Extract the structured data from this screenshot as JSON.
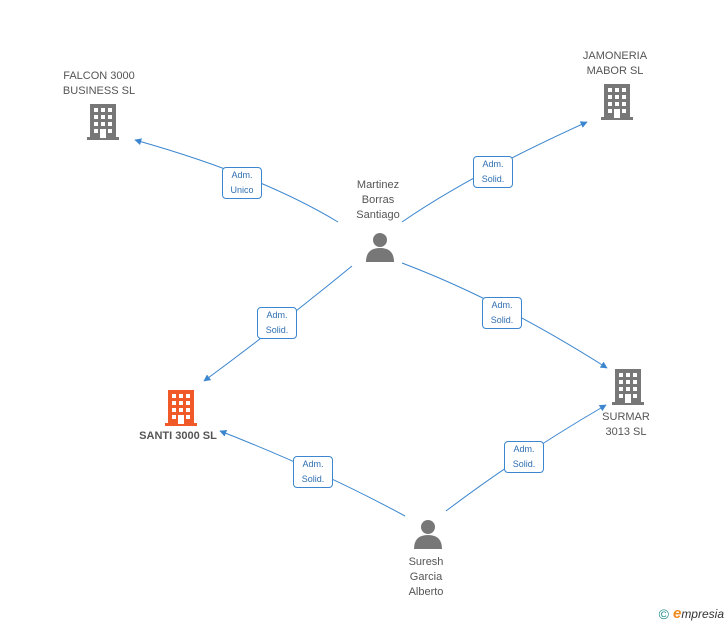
{
  "colors": {
    "edge": "#3b86cf",
    "company": "#777777",
    "company_highlight": "#f05a28",
    "person": "#777777"
  },
  "nodes": {
    "falcon": {
      "label": "FALCON 3000\nBUSINESS SL",
      "icon": "building-icon"
    },
    "jamoneria": {
      "label": "JAMONERIA\nMABOR SL",
      "icon": "building-icon"
    },
    "martinez": {
      "label": "Martinez\nBorras\nSantiago",
      "icon": "person-icon"
    },
    "santi": {
      "label": "SANTI 3000 SL",
      "icon": "building-icon"
    },
    "surmar": {
      "label": "SURMAR\n3013  SL",
      "icon": "building-icon"
    },
    "suresh": {
      "label": "Suresh\nGarcia\nAlberto",
      "icon": "person-icon"
    }
  },
  "edges": {
    "martinez_falcon": "Adm.\nUnico",
    "martinez_jamoneria": "Adm.\nSolid.",
    "martinez_santi": "Adm.\nSolid.",
    "martinez_surmar": "Adm.\nSolid.",
    "suresh_santi": "Adm.\nSolid.",
    "suresh_surmar": "Adm.\nSolid."
  },
  "footer": {
    "copyright": "©",
    "brand_initial": "e",
    "brand_rest": "mpresia"
  }
}
